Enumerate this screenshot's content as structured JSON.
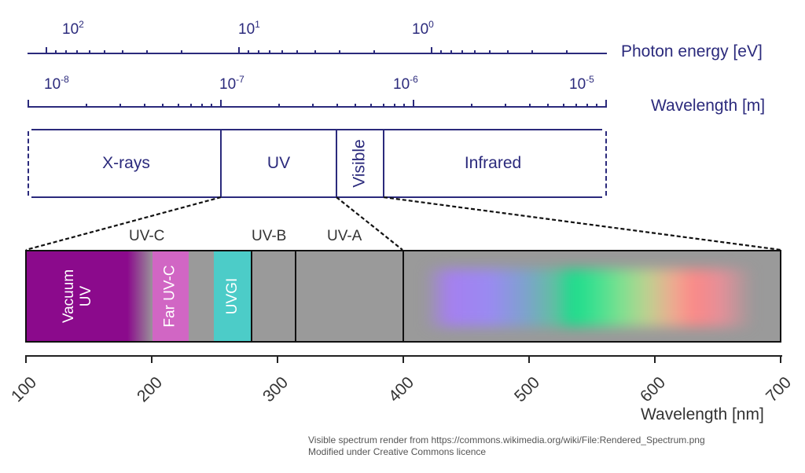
{
  "photon_energy_axis": {
    "title": "Photon energy [eV]",
    "labels": [
      {
        "base": "10",
        "exp": "2"
      },
      {
        "base": "10",
        "exp": "1"
      },
      {
        "base": "10",
        "exp": "0"
      }
    ]
  },
  "wavelength_m_axis": {
    "title": "Wavelength [m]",
    "labels": [
      {
        "base": "10",
        "exp": "-8"
      },
      {
        "base": "10",
        "exp": "-7"
      },
      {
        "base": "10",
        "exp": "-6"
      },
      {
        "base": "10",
        "exp": "-5"
      }
    ]
  },
  "regions": [
    {
      "name": "X-rays"
    },
    {
      "name": "UV"
    },
    {
      "name": "Visible"
    },
    {
      "name": "Infrared"
    }
  ],
  "uv_subbands": {
    "labels": [
      "UV-C",
      "UV-B",
      "UV-A"
    ],
    "bands": [
      {
        "name": "Vacuum UV",
        "line1": "Vacuum",
        "line2": "UV",
        "range_nm": [
          100,
          200
        ],
        "color": "#8b0a8c"
      },
      {
        "name": "Far UV-C",
        "range_nm": [
          200,
          230
        ],
        "color": "#d166c4"
      },
      {
        "name": "UVGI",
        "range_nm": [
          250,
          280
        ],
        "color": "#4cccc8"
      }
    ],
    "boundaries_nm": [
      280,
      315,
      400
    ]
  },
  "nm_axis": {
    "title": "Wavelength [nm]",
    "ticks": [
      "100",
      "200",
      "300",
      "400",
      "500",
      "600",
      "700"
    ]
  },
  "credit": {
    "line1": "Visible spectrum render from https://commons.wikimedia.org/wiki/File:Rendered_Spectrum.png",
    "line2": "Modified under Creative Commons licence"
  },
  "colors": {
    "axis_navy": "#2b2a7c",
    "spectrum_gray": "#9a9a9a"
  }
}
